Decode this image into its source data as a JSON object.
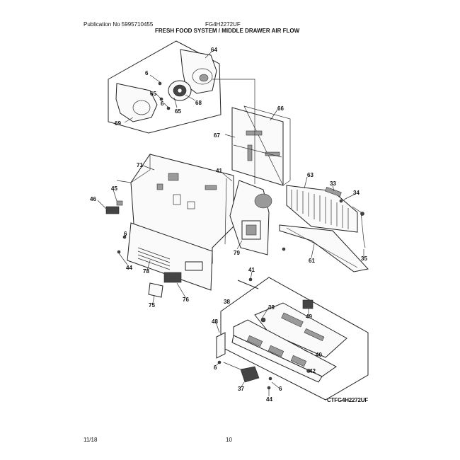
{
  "header": {
    "publication": "Publication No  5995710455",
    "model": "FG4H2272UF",
    "title": "FRESH FOOD SYSTEM / MIDDLE DRAWER AIR FLOW"
  },
  "footer": {
    "date": "11/18",
    "page": "10"
  },
  "diagram_code": "CTFG4H2272UF",
  "callouts": [
    {
      "id": "c64a",
      "text": "64"
    },
    {
      "id": "c6a",
      "text": "6"
    },
    {
      "id": "c65a",
      "text": "65"
    },
    {
      "id": "c6b",
      "text": "6"
    },
    {
      "id": "c65b",
      "text": "65"
    },
    {
      "id": "c68",
      "text": "68"
    },
    {
      "id": "c69",
      "text": "69"
    },
    {
      "id": "c66",
      "text": "66"
    },
    {
      "id": "c67",
      "text": "67"
    },
    {
      "id": "c71",
      "text": "71"
    },
    {
      "id": "c41a",
      "text": "41"
    },
    {
      "id": "c63",
      "text": "63"
    },
    {
      "id": "c33",
      "text": "33"
    },
    {
      "id": "c34",
      "text": "34"
    },
    {
      "id": "c45",
      "text": "45"
    },
    {
      "id": "c46",
      "text": "46"
    },
    {
      "id": "c6c",
      "text": "6"
    },
    {
      "id": "c44a",
      "text": "44"
    },
    {
      "id": "c78",
      "text": "78"
    },
    {
      "id": "c79",
      "text": "79"
    },
    {
      "id": "c61",
      "text": "61"
    },
    {
      "id": "c35",
      "text": "35"
    },
    {
      "id": "c41b",
      "text": "41"
    },
    {
      "id": "c75",
      "text": "75"
    },
    {
      "id": "c76",
      "text": "76"
    },
    {
      "id": "c38",
      "text": "38"
    },
    {
      "id": "c39",
      "text": "39"
    },
    {
      "id": "c49",
      "text": "49"
    },
    {
      "id": "c48",
      "text": "48"
    },
    {
      "id": "c40",
      "text": "40"
    },
    {
      "id": "c6d",
      "text": "6"
    },
    {
      "id": "c42",
      "text": "42"
    },
    {
      "id": "c37",
      "text": "37"
    },
    {
      "id": "c6e",
      "text": "6"
    },
    {
      "id": "c44b",
      "text": "44"
    }
  ]
}
